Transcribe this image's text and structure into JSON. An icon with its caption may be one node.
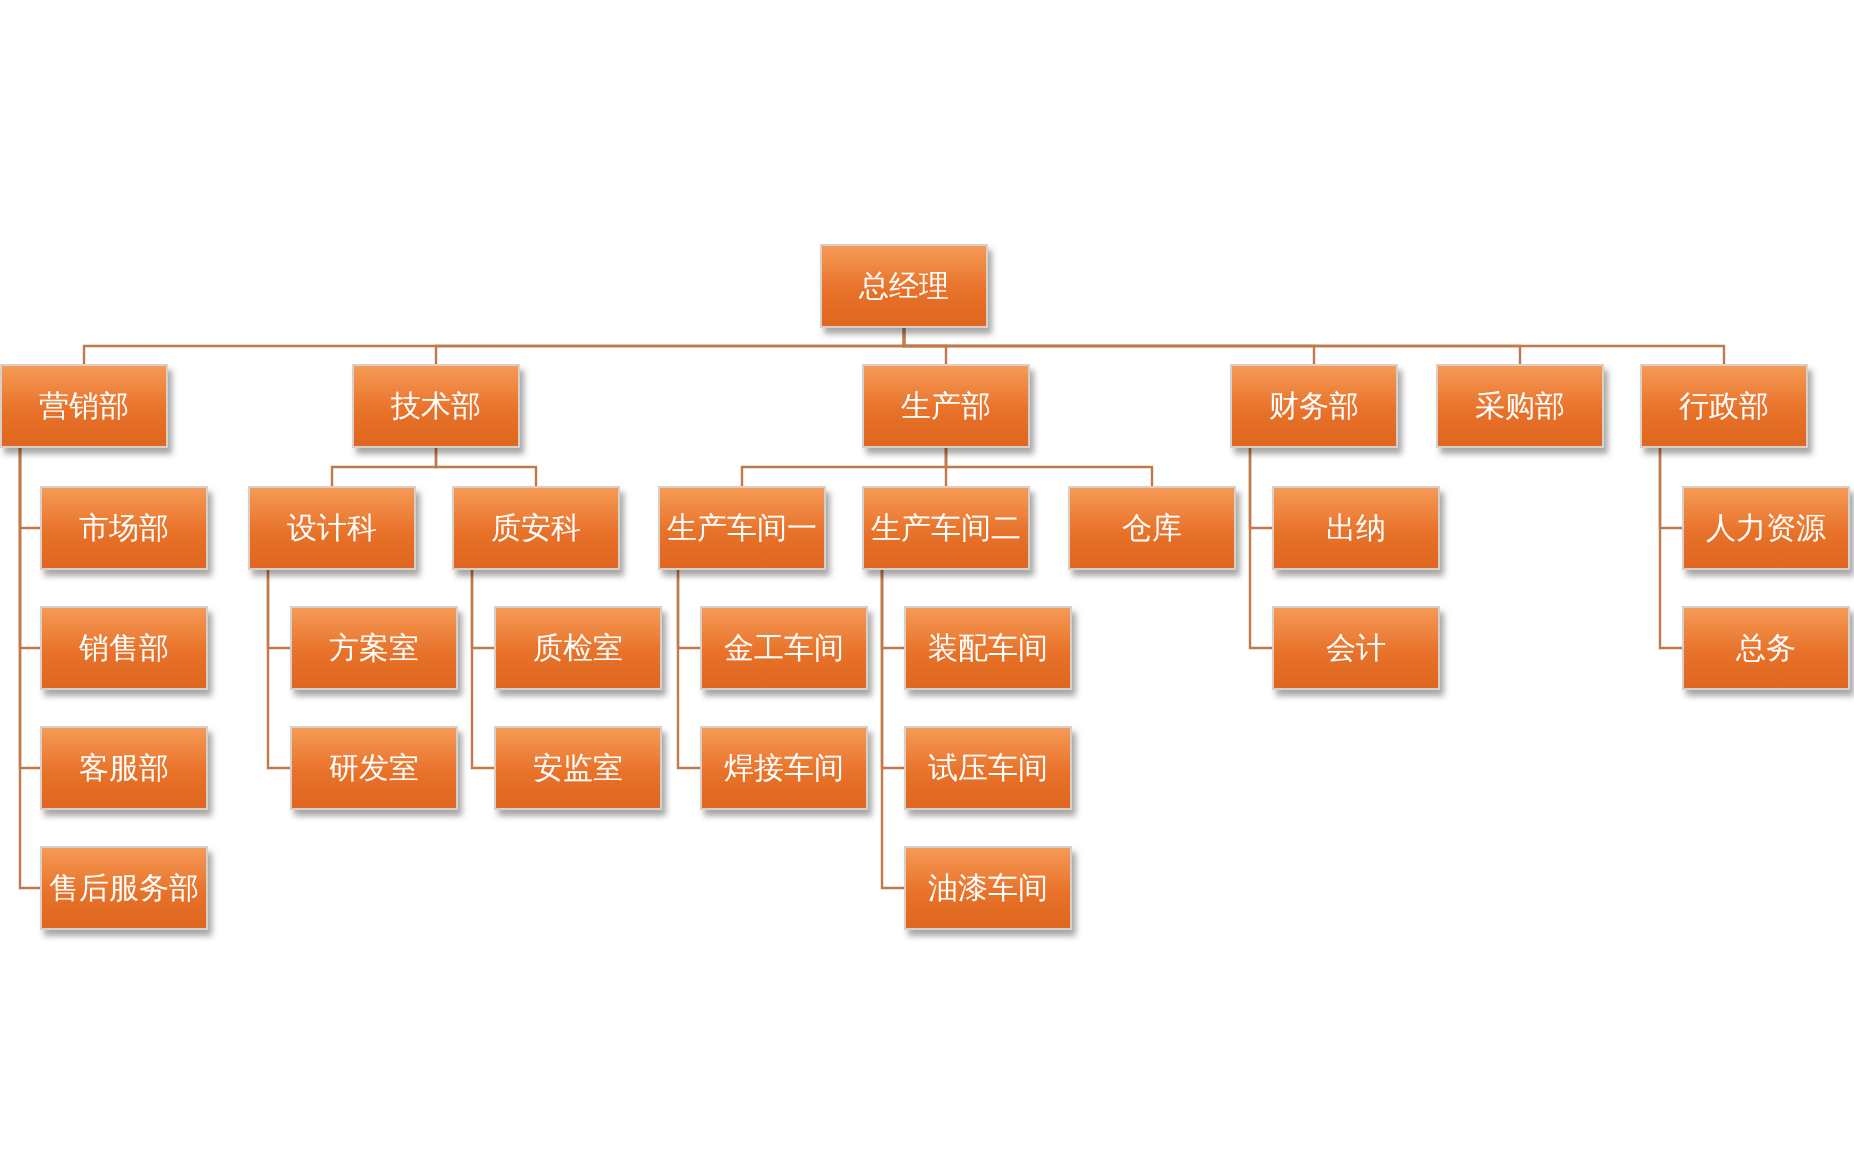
{
  "diagram": {
    "nodes": [
      {
        "text": [
          "总经理"
        ]
      },
      {
        "text": [
          "营销部"
        ]
      },
      {
        "text": [
          "技术部"
        ]
      },
      {
        "text": [
          "生产部"
        ]
      },
      {
        "text": [
          "财务部"
        ]
      },
      {
        "text": [
          "采购部"
        ]
      },
      {
        "text": [
          "行政部"
        ]
      },
      {
        "text": [
          "市场部"
        ]
      },
      {
        "text": [
          "设计科"
        ]
      },
      {
        "text": [
          "质安科"
        ]
      },
      {
        "text": [
          "生产车间一"
        ]
      },
      {
        "text": [
          "生产车间二"
        ]
      },
      {
        "text": [
          "仓库"
        ]
      },
      {
        "text": [
          "出纳"
        ]
      },
      {
        "text": [
          "人力资源"
        ]
      },
      {
        "text": [
          "销售部"
        ]
      },
      {
        "text": [
          "方案室"
        ]
      },
      {
        "text": [
          "质检室"
        ]
      },
      {
        "text": [
          "金工车间"
        ]
      },
      {
        "text": [
          "装配车间"
        ]
      },
      {
        "text": [
          "会计"
        ]
      },
      {
        "text": [
          "总务"
        ]
      },
      {
        "text": [
          "客服部"
        ]
      },
      {
        "text": [
          "研发室"
        ]
      },
      {
        "text": [
          "安监室"
        ]
      },
      {
        "text": [
          "焊接车间"
        ]
      },
      {
        "text": [
          "试压车间"
        ]
      },
      {
        "text": [
          "售后服务部"
        ]
      },
      {
        "text": [
          "油漆车间"
        ]
      }
    ],
    "edges": [
      {
        "from": 0,
        "to": 1,
        "arrow": "none"
      },
      {
        "from": 0,
        "to": 2,
        "arrow": "none"
      },
      {
        "from": 0,
        "to": 3,
        "arrow": "none"
      },
      {
        "from": 0,
        "to": 4,
        "arrow": "none"
      },
      {
        "from": 0,
        "to": 5,
        "arrow": "none"
      },
      {
        "from": 0,
        "to": 6,
        "arrow": "none"
      },
      {
        "from": 1,
        "to": 7,
        "arrow": "none"
      },
      {
        "from": 1,
        "to": 15,
        "arrow": "none"
      },
      {
        "from": 1,
        "to": 22,
        "arrow": "none"
      },
      {
        "from": 1,
        "to": 27,
        "arrow": "none"
      },
      {
        "from": 2,
        "to": 8,
        "arrow": "none"
      },
      {
        "from": 2,
        "to": 9,
        "arrow": "none"
      },
      {
        "from": 3,
        "to": 10,
        "arrow": "none"
      },
      {
        "from": 3,
        "to": 11,
        "arrow": "none"
      },
      {
        "from": 3,
        "to": 12,
        "arrow": "none"
      },
      {
        "from": 4,
        "to": 13,
        "arrow": "none"
      },
      {
        "from": 4,
        "to": 20,
        "arrow": "none"
      },
      {
        "from": 6,
        "to": 14,
        "arrow": "none"
      },
      {
        "from": 6,
        "to": 21,
        "arrow": "none"
      },
      {
        "from": 8,
        "to": 16,
        "arrow": "none"
      },
      {
        "from": 8,
        "to": 23,
        "arrow": "none"
      },
      {
        "from": 9,
        "to": 17,
        "arrow": "none"
      },
      {
        "from": 9,
        "to": 24,
        "arrow": "none"
      },
      {
        "from": 10,
        "to": 18,
        "arrow": "none"
      },
      {
        "from": 10,
        "to": 25,
        "arrow": "none"
      },
      {
        "from": 11,
        "to": 19,
        "arrow": "none"
      },
      {
        "from": 11,
        "to": 26,
        "arrow": "none"
      },
      {
        "from": 11,
        "to": 28,
        "arrow": "none"
      }
    ]
  }
}
